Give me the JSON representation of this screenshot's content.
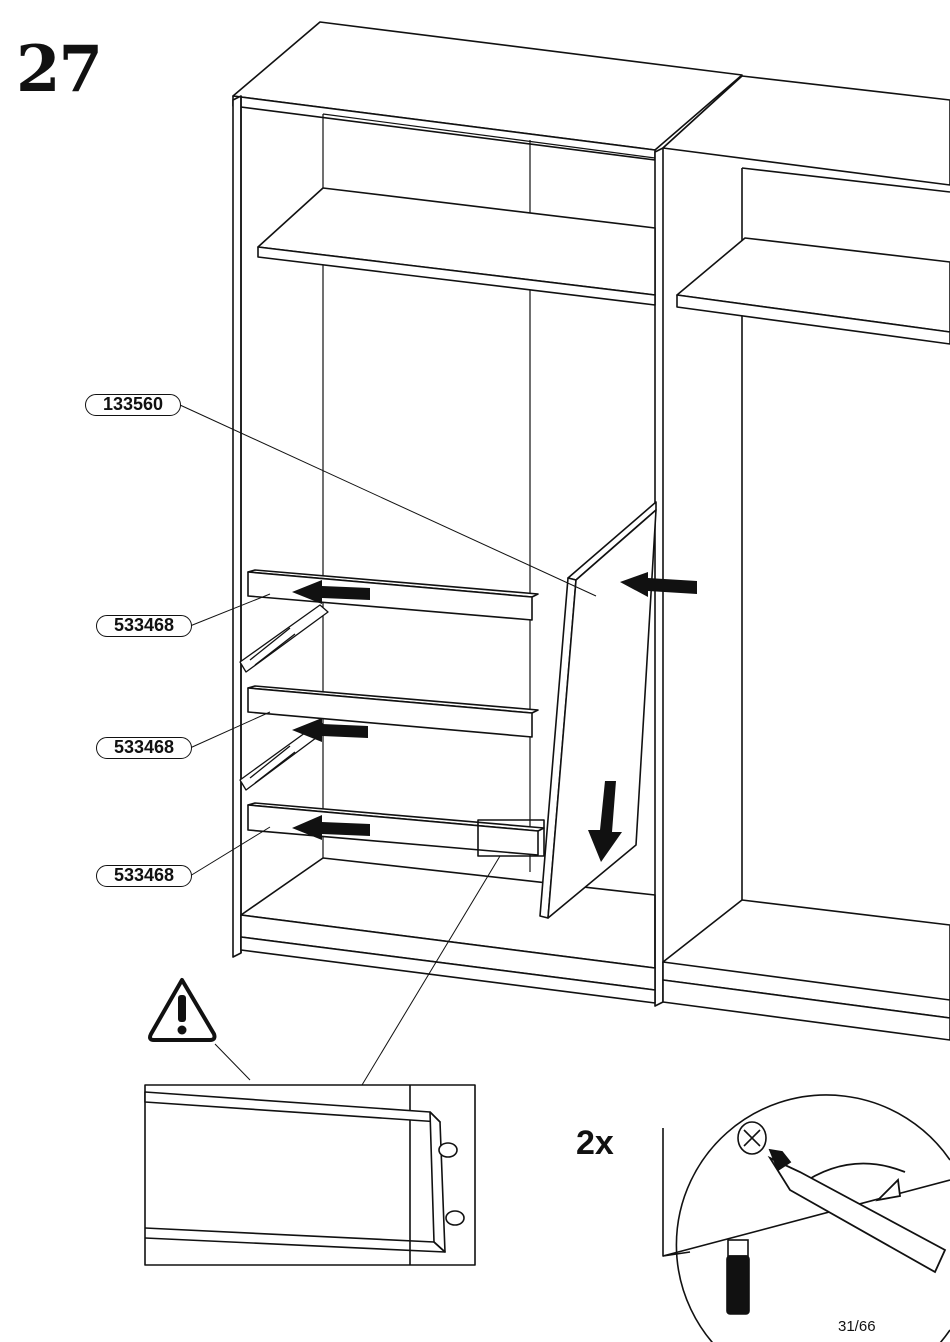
{
  "step_number": "27",
  "part_labels": [
    {
      "id": "panel",
      "code": "133560"
    },
    {
      "id": "drawer-front-1",
      "code": "533468"
    },
    {
      "id": "drawer-front-2",
      "code": "533468"
    },
    {
      "id": "drawer-front-3",
      "code": "533468"
    }
  ],
  "screw_quantity": "2x",
  "page_number": "31/66",
  "icons": [
    "warning-triangle-icon",
    "insert-arrow-icon",
    "screwdriver-icon",
    "screw-icon"
  ]
}
